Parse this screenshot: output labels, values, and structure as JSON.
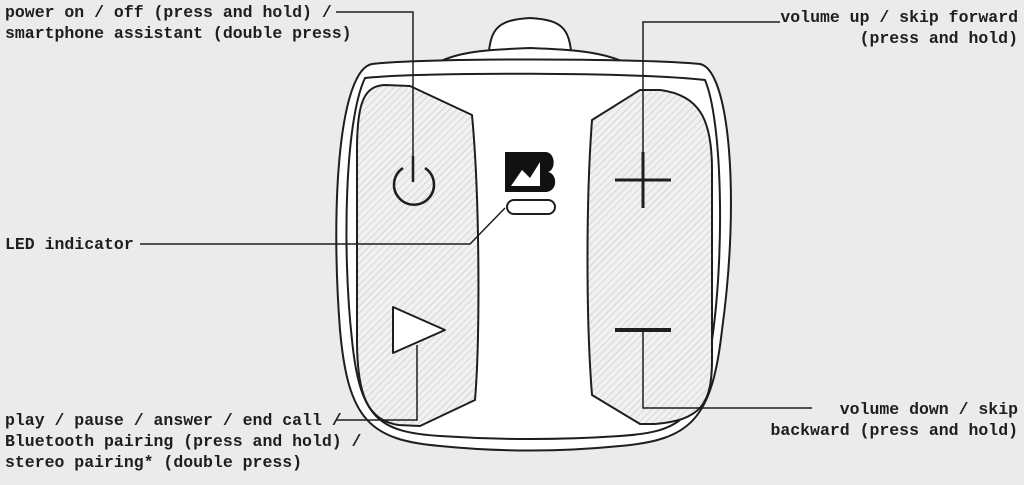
{
  "labels": {
    "power": [
      "power on / off (press and hold) /",
      "smartphone assistant (double press)"
    ],
    "volume_up": [
      "volume up / skip forward",
      "(press and hold)"
    ],
    "led": [
      "LED indicator"
    ],
    "play": [
      "play / pause / answer / end call /",
      "Bluetooth pairing (press and hold) /",
      "stereo pairing* (double press)"
    ],
    "volume_down": [
      "volume down / skip",
      "backward (press and hold)"
    ]
  },
  "logo": "B",
  "colors": {
    "background": "#ebebeb",
    "outline": "#1e1e1e",
    "device": "#ffffff",
    "hatch": "#cfcfcf"
  }
}
